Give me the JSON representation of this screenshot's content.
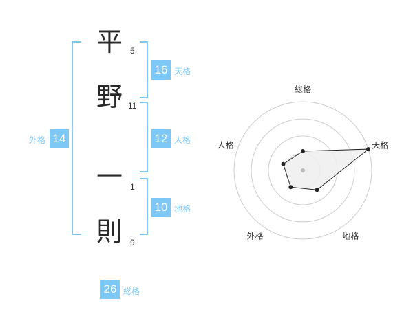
{
  "name": {
    "chars": [
      {
        "char": "平",
        "strokes": "5"
      },
      {
        "char": "野",
        "strokes": "11"
      },
      {
        "char": "一",
        "strokes": "1"
      },
      {
        "char": "則",
        "strokes": "9"
      }
    ]
  },
  "fortunes": {
    "tenkaku": {
      "value": "16",
      "label": "天格"
    },
    "jinkaku": {
      "value": "12",
      "label": "人格"
    },
    "chikaku": {
      "value": "10",
      "label": "地格"
    },
    "gaikaku": {
      "value": "14",
      "label": "外格"
    },
    "soukaku": {
      "value": "26",
      "label": "総格"
    }
  },
  "chart_data": {
    "type": "radar",
    "axes": [
      "総格",
      "天格",
      "地格",
      "外格",
      "人格"
    ],
    "values": [
      0.28,
      1.0,
      0.35,
      0.3,
      0.3
    ],
    "rings": 4,
    "colors": {
      "fill": "#eeeeee",
      "line": "#222222",
      "ring": "#cccccc",
      "center": "#bbbbbb"
    }
  }
}
